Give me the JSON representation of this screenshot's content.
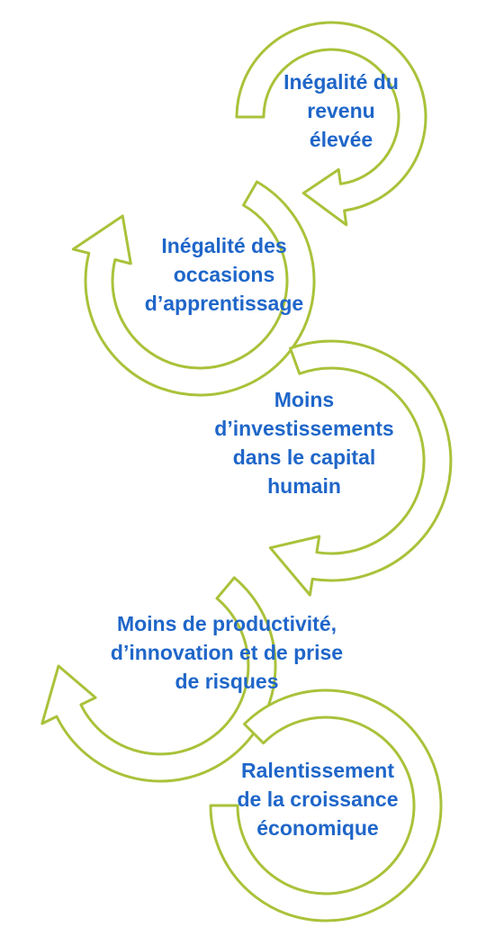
{
  "diagram": {
    "colors": {
      "arrow_stroke": "#a9c23a",
      "arrow_fill": "#ffffff",
      "text": "#1f66c9",
      "background": "#ffffff"
    },
    "steps": [
      {
        "lines": [
          "Inégalité du",
          "revenu",
          "élevée"
        ]
      },
      {
        "lines": [
          "Inégalité des",
          "occasions",
          "d’apprentissage"
        ]
      },
      {
        "lines": [
          "Moins",
          "d’investissements",
          "dans le capital",
          "humain"
        ]
      },
      {
        "lines": [
          "Moins de productivité,",
          "d’innovation et de prise",
          "de risques"
        ]
      },
      {
        "lines": [
          "Ralentissement",
          "de la croissance",
          "économique"
        ]
      }
    ]
  }
}
